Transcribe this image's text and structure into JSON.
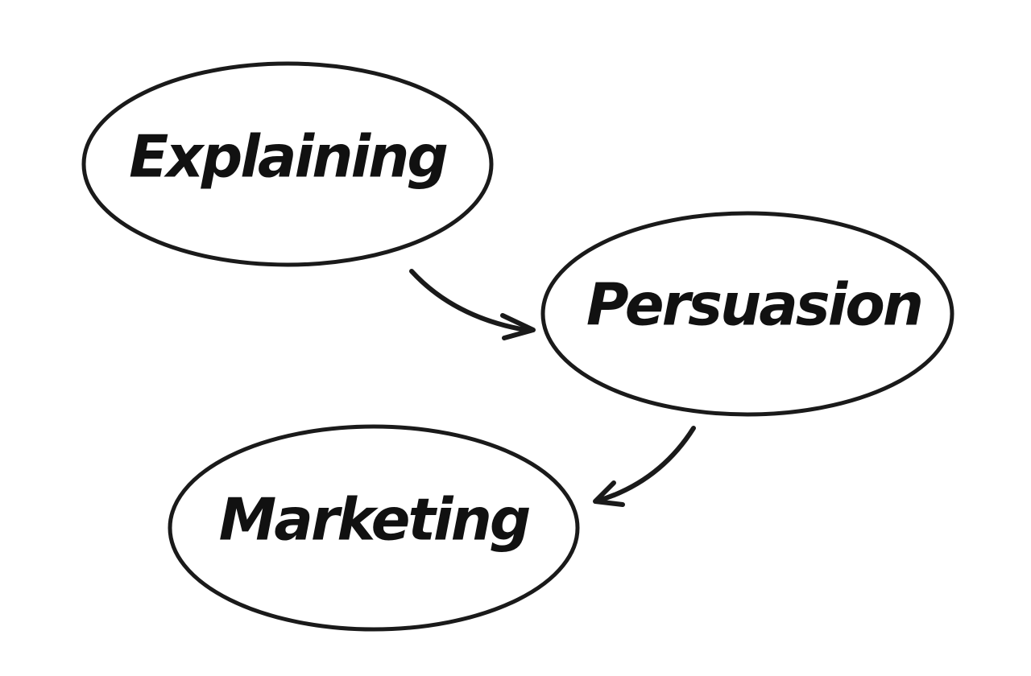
{
  "diagram": {
    "nodes": [
      {
        "id": "explaining",
        "label": "Explaining"
      },
      {
        "id": "persuasion",
        "label": "Persuasion"
      },
      {
        "id": "marketing",
        "label": "Marketing"
      }
    ],
    "edges": [
      {
        "from": "explaining",
        "to": "persuasion"
      },
      {
        "from": "persuasion",
        "to": "marketing"
      }
    ],
    "colors": {
      "stroke": "#1a1a1a",
      "text": "#111111",
      "background": "#ffffff"
    }
  }
}
